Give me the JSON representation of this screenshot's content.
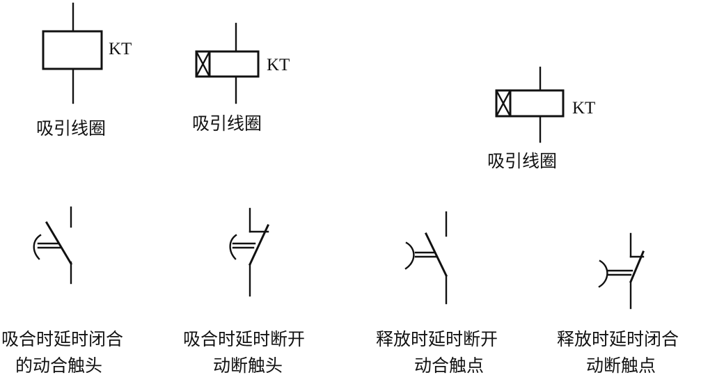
{
  "diagram": {
    "labels": {
      "kt1": "KT",
      "kt2": "KT",
      "kt3": "KT",
      "coil1": "吸引线圈",
      "coil2": "吸引线圈",
      "coil3": "吸引线圈",
      "contact1_line1": "吸合时延时闭合",
      "contact1_line2": "的动合触头",
      "contact2_line1": "吸合时延时断开",
      "contact2_line2": "动断触头",
      "contact3_line1": "释放时延时断开",
      "contact3_line2": "动合触点",
      "contact4_line1": "释放时延时闭合",
      "contact4_line2": "动断触点"
    }
  }
}
